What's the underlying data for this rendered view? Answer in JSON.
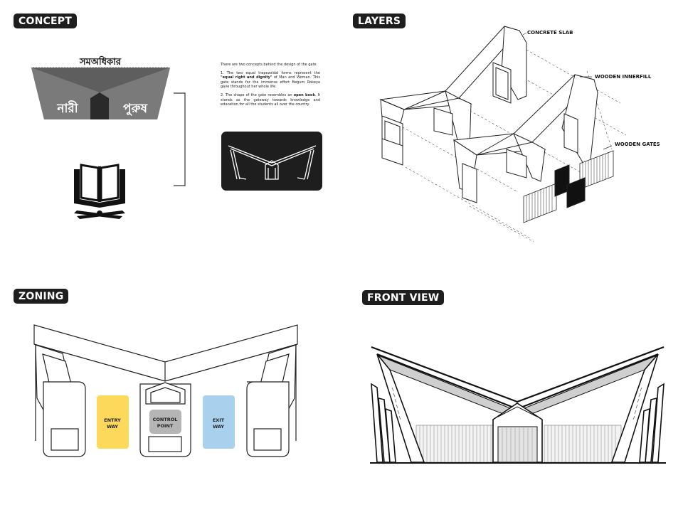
{
  "sections": {
    "concept": "CONCEPT",
    "layers": "LAYERS",
    "zoning": "ZONING",
    "front_view": "FRONT VIEW"
  },
  "concept": {
    "banner_text": "সমঅধিকার",
    "left_word": "নারী",
    "right_word": "পুরুষ",
    "intro": "There are two concepts behind the design of the gate.",
    "point1_a": "1. The two equal trapezoidal forms represent the ",
    "point1_b": "\"equal right and dignity\"",
    "point1_c": " of Man and Woman. This gate stands for the immense effort Begum Rokeya gave throughout her whole life.",
    "point2_a": "2. The shape of the gate resembles an ",
    "point2_b": "open book",
    "point2_c": ". It stands as the gateway towards knowledge and education for all the students all over the country."
  },
  "layers": {
    "concrete_slab": "CONCRETE SLAB",
    "wooden_innerfill": "WOODEN INNERFILL",
    "wooden_gates": "WOODEN GATES"
  },
  "zoning": {
    "entry_line1": "ENTRY",
    "entry_line2": "WAY",
    "control_line1": "CONTROL",
    "control_line2": "POINT",
    "exit_line1": "EXIT",
    "exit_line2": "WAY",
    "colors": {
      "entry": "#fcd95a",
      "control": "#b5b5b5",
      "exit": "#a9d1ee"
    }
  }
}
